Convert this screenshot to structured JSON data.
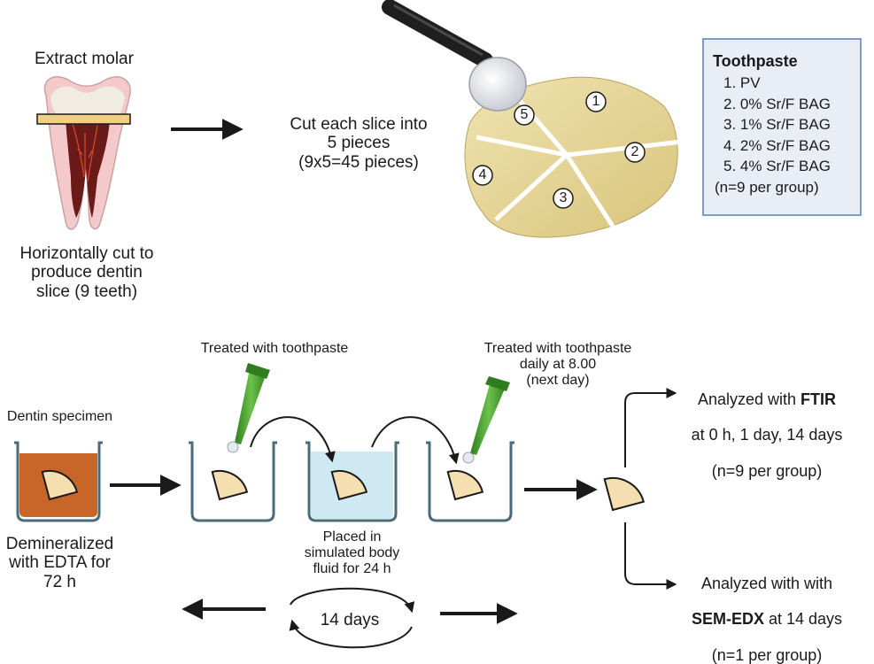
{
  "labels": {
    "extract_molar": "Extract molar",
    "horizontal_cut": "Horizontally cut to\nproduce dentin\nslice (9 teeth)",
    "cut_slice": "Cut each slice into\n5 pieces\n(9x5=45 pieces)",
    "dentin_specimen": "Dentin specimen",
    "demineralized": "Demineralized\nwith EDTA for\n72 h",
    "treated_first": "Treated with toothpaste",
    "treated_daily": "Treated with toothpaste\ndaily at 8.00\n(next day)",
    "placed_sbf": "Placed in\nsimulated body\nfluid for 24 h",
    "cycle_days": "14 days"
  },
  "piece_numbers": [
    "1",
    "2",
    "3",
    "4",
    "5"
  ],
  "legend": {
    "title": "Toothpaste",
    "items": [
      "1.  PV",
      "2.  0% Sr/F BAG",
      "3.  1% Sr/F BAG",
      "4.  2% Sr/F BAG",
      "5.  4% Sr/F BAG"
    ],
    "note": "(n=9 per group)"
  },
  "analysis_ftir": {
    "prefix": "Analyzed with ",
    "method": "FTIR",
    "line2": "at 0 h, 1 day, 14 days",
    "line3": "(n=9 per group)"
  },
  "analysis_sem": {
    "line1": "Analyzed with with",
    "method": "SEM-EDX",
    "suffix": " at 14 days",
    "line3": "(n=1 per group)"
  },
  "colors": {
    "edta_solution": "#c8662a",
    "sbf_solution": "#cfe9f2",
    "dentin_piece": "#f5dfb0",
    "legend_border": "#7d9cc9",
    "legend_fill": "#e9eef6",
    "brush_green": "#4ea833"
  }
}
